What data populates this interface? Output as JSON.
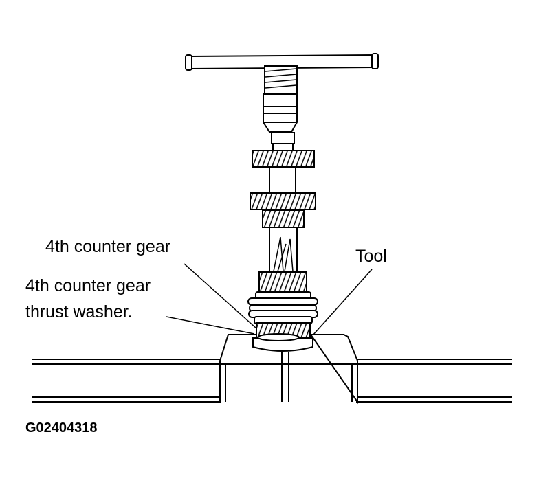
{
  "labels": {
    "gear": "4th counter gear",
    "washer_line1": "4th counter gear",
    "washer_line2": "thrust washer.",
    "tool": "Tool"
  },
  "figure_id": "G02404318"
}
